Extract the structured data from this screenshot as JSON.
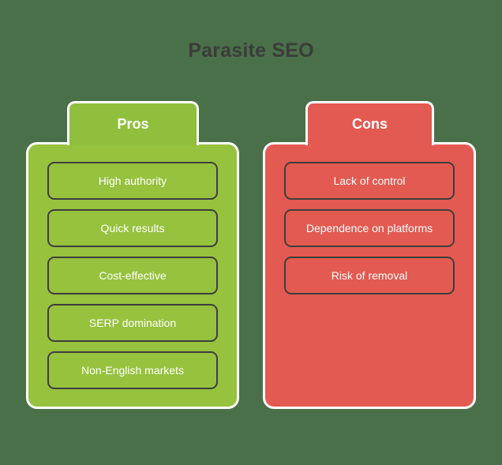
{
  "title": "Parasite SEO",
  "colors": {
    "background": "#4a7049",
    "pros": "#96c23e",
    "pros_tab": "#8fbf3c",
    "cons": "#e25a51",
    "card_border": "#3e3e3e",
    "title_text": "#3c3c3c",
    "card_text": "#ffffff",
    "panel_outline": "#ffffff"
  },
  "columns": [
    {
      "id": "pros",
      "header": "Pros",
      "items": [
        "High authority",
        "Quick results",
        "Cost-effective",
        "SERP domination",
        "Non-English markets"
      ]
    },
    {
      "id": "cons",
      "header": "Cons",
      "items": [
        "Lack of control",
        "Dependence on platforms",
        "Risk of removal"
      ]
    }
  ]
}
